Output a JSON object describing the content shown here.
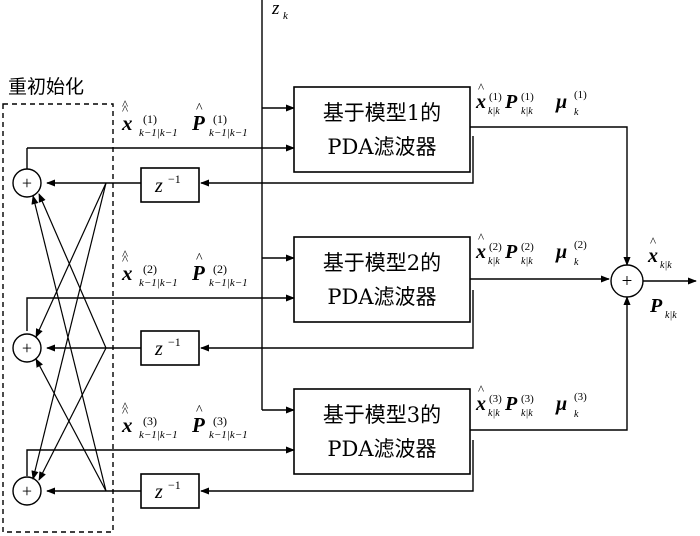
{
  "title_reinit": "重初始化",
  "z_input": {
    "main": "z",
    "sub": "k"
  },
  "filters": [
    {
      "line1": "基于模型1的",
      "line2": "PDA滤波器"
    },
    {
      "line1": "基于模型2的",
      "line2": "PDA滤波器"
    },
    {
      "line1": "基于模型3的",
      "line2": "PDA滤波器"
    }
  ],
  "inputs": [
    {
      "x": "x",
      "P": "P",
      "sup": "(1)",
      "sub": "k−1|k−1"
    },
    {
      "x": "x",
      "P": "P",
      "sup": "(2)",
      "sub": "k−1|k−1"
    },
    {
      "x": "x",
      "P": "P",
      "sup": "(3)",
      "sub": "k−1|k−1"
    }
  ],
  "outputs": [
    {
      "x": "x",
      "P": "P",
      "mu": "μ",
      "sup": "(1)",
      "sub": "k|k",
      "mu_sub": "k"
    },
    {
      "x": "x",
      "P": "P",
      "mu": "μ",
      "sup": "(2)",
      "sub": "k|k",
      "mu_sub": "k"
    },
    {
      "x": "x",
      "P": "P",
      "mu": "μ",
      "sup": "(3)",
      "sub": "k|k",
      "mu_sub": "k"
    }
  ],
  "delay": {
    "main": "z",
    "sup": "−1"
  },
  "summer_symbol": "+",
  "final_outputs": {
    "x": "x",
    "x_sub": "k|k",
    "P": "P",
    "P_sub": "k|k"
  }
}
